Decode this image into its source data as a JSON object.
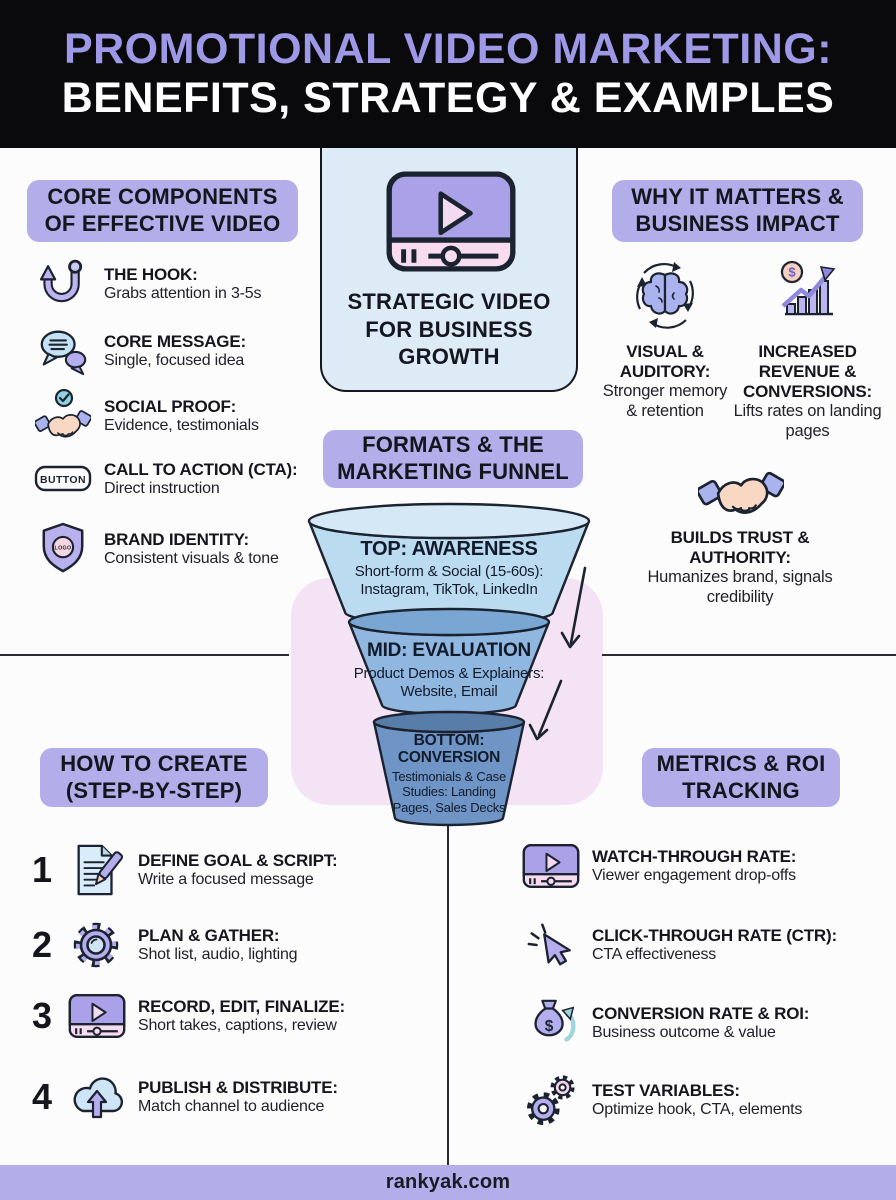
{
  "header": {
    "line1": "PROMOTIONAL VIDEO MARKETING:",
    "line2": "BENEFITS, STRATEGY & EXAMPLES"
  },
  "strategic_card": {
    "text": "STRATEGIC VIDEO FOR BUSINESS GROWTH"
  },
  "core": {
    "title1": "CORE COMPONENTS",
    "title2": "OF EFFECTIVE VIDEO",
    "items": [
      {
        "icon": "hook-icon",
        "title": "THE HOOK:",
        "desc": "Grabs attention in 3-5s"
      },
      {
        "icon": "speech-bubbles-icon",
        "title": "CORE MESSAGE:",
        "desc": "Single, focused idea"
      },
      {
        "icon": "handshake-check-icon",
        "title": "SOCIAL PROOF:",
        "desc": "Evidence, testimonials"
      },
      {
        "icon": "button-icon",
        "title": "CALL TO ACTION (CTA):",
        "desc": "Direct instruction"
      },
      {
        "icon": "shield-logo-icon",
        "title": "BRAND IDENTITY:",
        "desc": "Consistent visuals & tone"
      }
    ]
  },
  "why": {
    "title1": "WHY IT MATTERS &",
    "title2": "BUSINESS IMPACT",
    "items": [
      {
        "icon": "brain-cycle-icon",
        "title": "VISUAL & AUDITORY:",
        "desc": "Stronger memory & retention"
      },
      {
        "icon": "revenue-chart-icon",
        "title": "INCREASED REVENUE & CONVERSIONS:",
        "desc": "Lifts rates on landing pages"
      },
      {
        "icon": "handshake-icon",
        "title": "BUILDS TRUST & AUTHORITY:",
        "desc": "Humanizes brand, signals credibility"
      }
    ]
  },
  "funnel": {
    "title1": "FORMATS & THE",
    "title2": "MARKETING FUNNEL",
    "tiers": [
      {
        "label": "TOP: AWARENESS",
        "desc": "Short-form & Social (15-60s): Instagram, TikTok, LinkedIn"
      },
      {
        "label": "MID: EVALUATION",
        "desc": "Product Demos & Explainers: Website, Email"
      },
      {
        "label": "BOTTOM: CONVERSION",
        "desc": "Testimonials & Case Studies: Landing Pages, Sales Decks"
      }
    ]
  },
  "howto": {
    "title1": "HOW TO CREATE",
    "title2": "(STEP-BY-STEP)",
    "steps": [
      {
        "number": "1",
        "icon": "script-pencil-icon",
        "title": "DEFINE GOAL & SCRIPT:",
        "desc": "Write a focused message"
      },
      {
        "number": "2",
        "icon": "gear-lens-icon",
        "title": "PLAN & GATHER:",
        "desc": "Shot list, audio, lighting"
      },
      {
        "number": "3",
        "icon": "video-player-icon",
        "title": "RECORD, EDIT, FINALIZE:",
        "desc": "Short takes, captions, review"
      },
      {
        "number": "4",
        "icon": "cloud-upload-icon",
        "title": "PUBLISH & DISTRIBUTE:",
        "desc": "Match channel to audience"
      }
    ]
  },
  "metrics": {
    "title1": "METRICS & ROI",
    "title2": "TRACKING",
    "items": [
      {
        "icon": "video-player-icon",
        "title": "WATCH-THROUGH RATE:",
        "desc": "Viewer engagement drop-offs"
      },
      {
        "icon": "cursor-click-icon",
        "title": "CLICK-THROUGH RATE (CTR):",
        "desc": "CTA effectiveness"
      },
      {
        "icon": "money-bag-icon",
        "title": "CONVERSION RATE & ROI:",
        "desc": "Business outcome & value"
      },
      {
        "icon": "test-gears-icon",
        "title": "TEST VARIABLES:",
        "desc": "Optimize hook, CTA, elements"
      }
    ]
  },
  "icons": {
    "button_label": "BUTTON",
    "logo_label": "LOGO",
    "dollar": "$"
  },
  "footer": {
    "site": "rankyak.com"
  },
  "colors": {
    "header_bg": "#0a0a0c",
    "title_purple": "#9e99e6",
    "accent_lavender": "#b3aeea",
    "card_blue": "#dcebf5",
    "pink_panel": "#f3e3f4",
    "funnel_top": "#bcd9ee",
    "funnel_mid": "#8fb7e0",
    "funnel_bottom": "#6f95c6",
    "ink": "#1c2330"
  }
}
